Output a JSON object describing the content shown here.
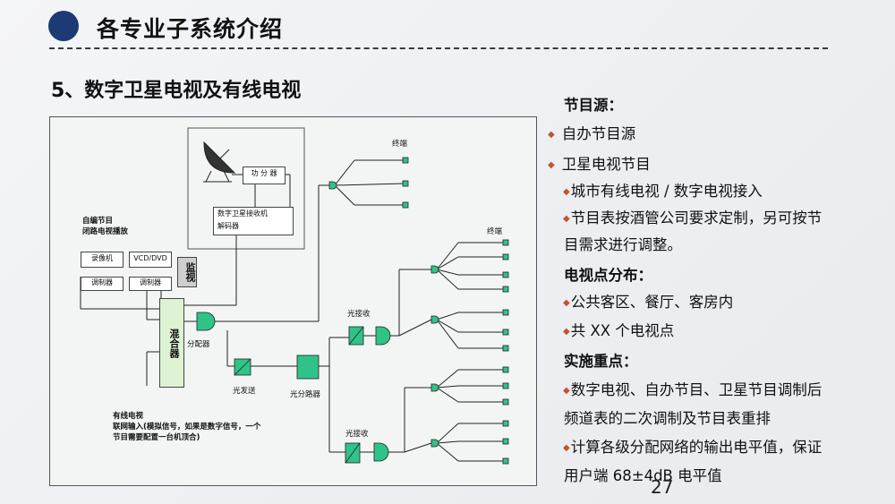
{
  "header": {
    "title": "各专业子系统介绍"
  },
  "section": {
    "title": "5、数字卫星电视及有线电视"
  },
  "diagram": {
    "terminal_top": "终端",
    "terminal_right": "终端",
    "power_splitter": "功 分 器",
    "sat_receiver": "数字卫星接收机",
    "decoder": "解码器",
    "self_program_line1": "自编节目",
    "self_program_line2": "闭路电视播放",
    "recorder": "录像机",
    "vcd_dvd": "VCD/DVD",
    "modulator1": "调制器",
    "modulator2": "调制器",
    "monitor": "监视",
    "mixer": "混合器",
    "splitter": "分配器",
    "optical_tx": "光发送",
    "optical_splitter": "光分路器",
    "optical_rx1": "光接收",
    "optical_rx2": "光接收",
    "cable_line1": "有线电视",
    "cable_line2": "联网输入(模拟信号，如果是数字信号，一个",
    "cable_line3": "节目需要配置一台机顶合)"
  },
  "panel": {
    "src_title": "节目源：",
    "items": [
      {
        "bullet": "◆",
        "text": "自办节目源"
      },
      {
        "bullet": "◆",
        "text": "卫星电视节目"
      },
      {
        "bullet": "◆",
        "text": "城市有线电视 / 数字电视接入"
      },
      {
        "bullet": "◆",
        "text": "节目表按酒管公司要求定制，另可按节"
      }
    ],
    "cont1": "目需求进行调整。",
    "dist_title": "电视点分布：",
    "dist_items": [
      {
        "bullet": "◆",
        "text": "公共客区、餐厅、客房内"
      },
      {
        "bullet": "◆",
        "text": "共 XX 个电视点"
      }
    ],
    "impl_title": "实施重点：",
    "impl_items": [
      {
        "bullet": "◆",
        "text": "数字电视、自办节目、卫星节目调制后"
      },
      {
        "bullet": "◆",
        "text": "计算各级分配网络的输出电平值，保证"
      }
    ],
    "cont2": "频道表的二次调制及节目表重排",
    "cont3": "用户端 68±4dB 电平值"
  },
  "page": {
    "number": "27"
  }
}
